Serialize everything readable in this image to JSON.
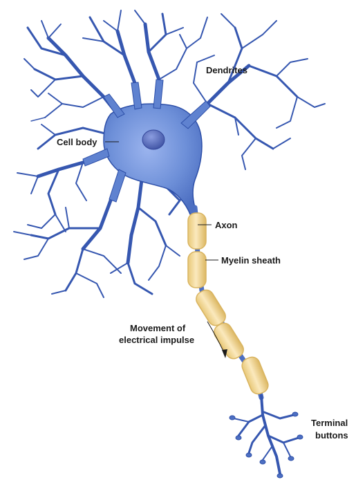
{
  "colors": {
    "neuron_fill": "#6d8fd8",
    "neuron_dark": "#2d4fa8",
    "neuron_light": "#9bb4ee",
    "nucleus": "#4a5fb0",
    "myelin_fill": "#f2d79a",
    "myelin_edge": "#d9b460",
    "leader_line": "#1a1a1a"
  },
  "labels": {
    "dendrites": "Dendrites",
    "cell_body": "Cell body",
    "axon": "Axon",
    "myelin_sheath": "Myelin sheath",
    "movement_line1": "Movement of",
    "movement_line2": "electrical impulse",
    "terminal_line1": "Terminal",
    "terminal_line2": "buttons"
  }
}
